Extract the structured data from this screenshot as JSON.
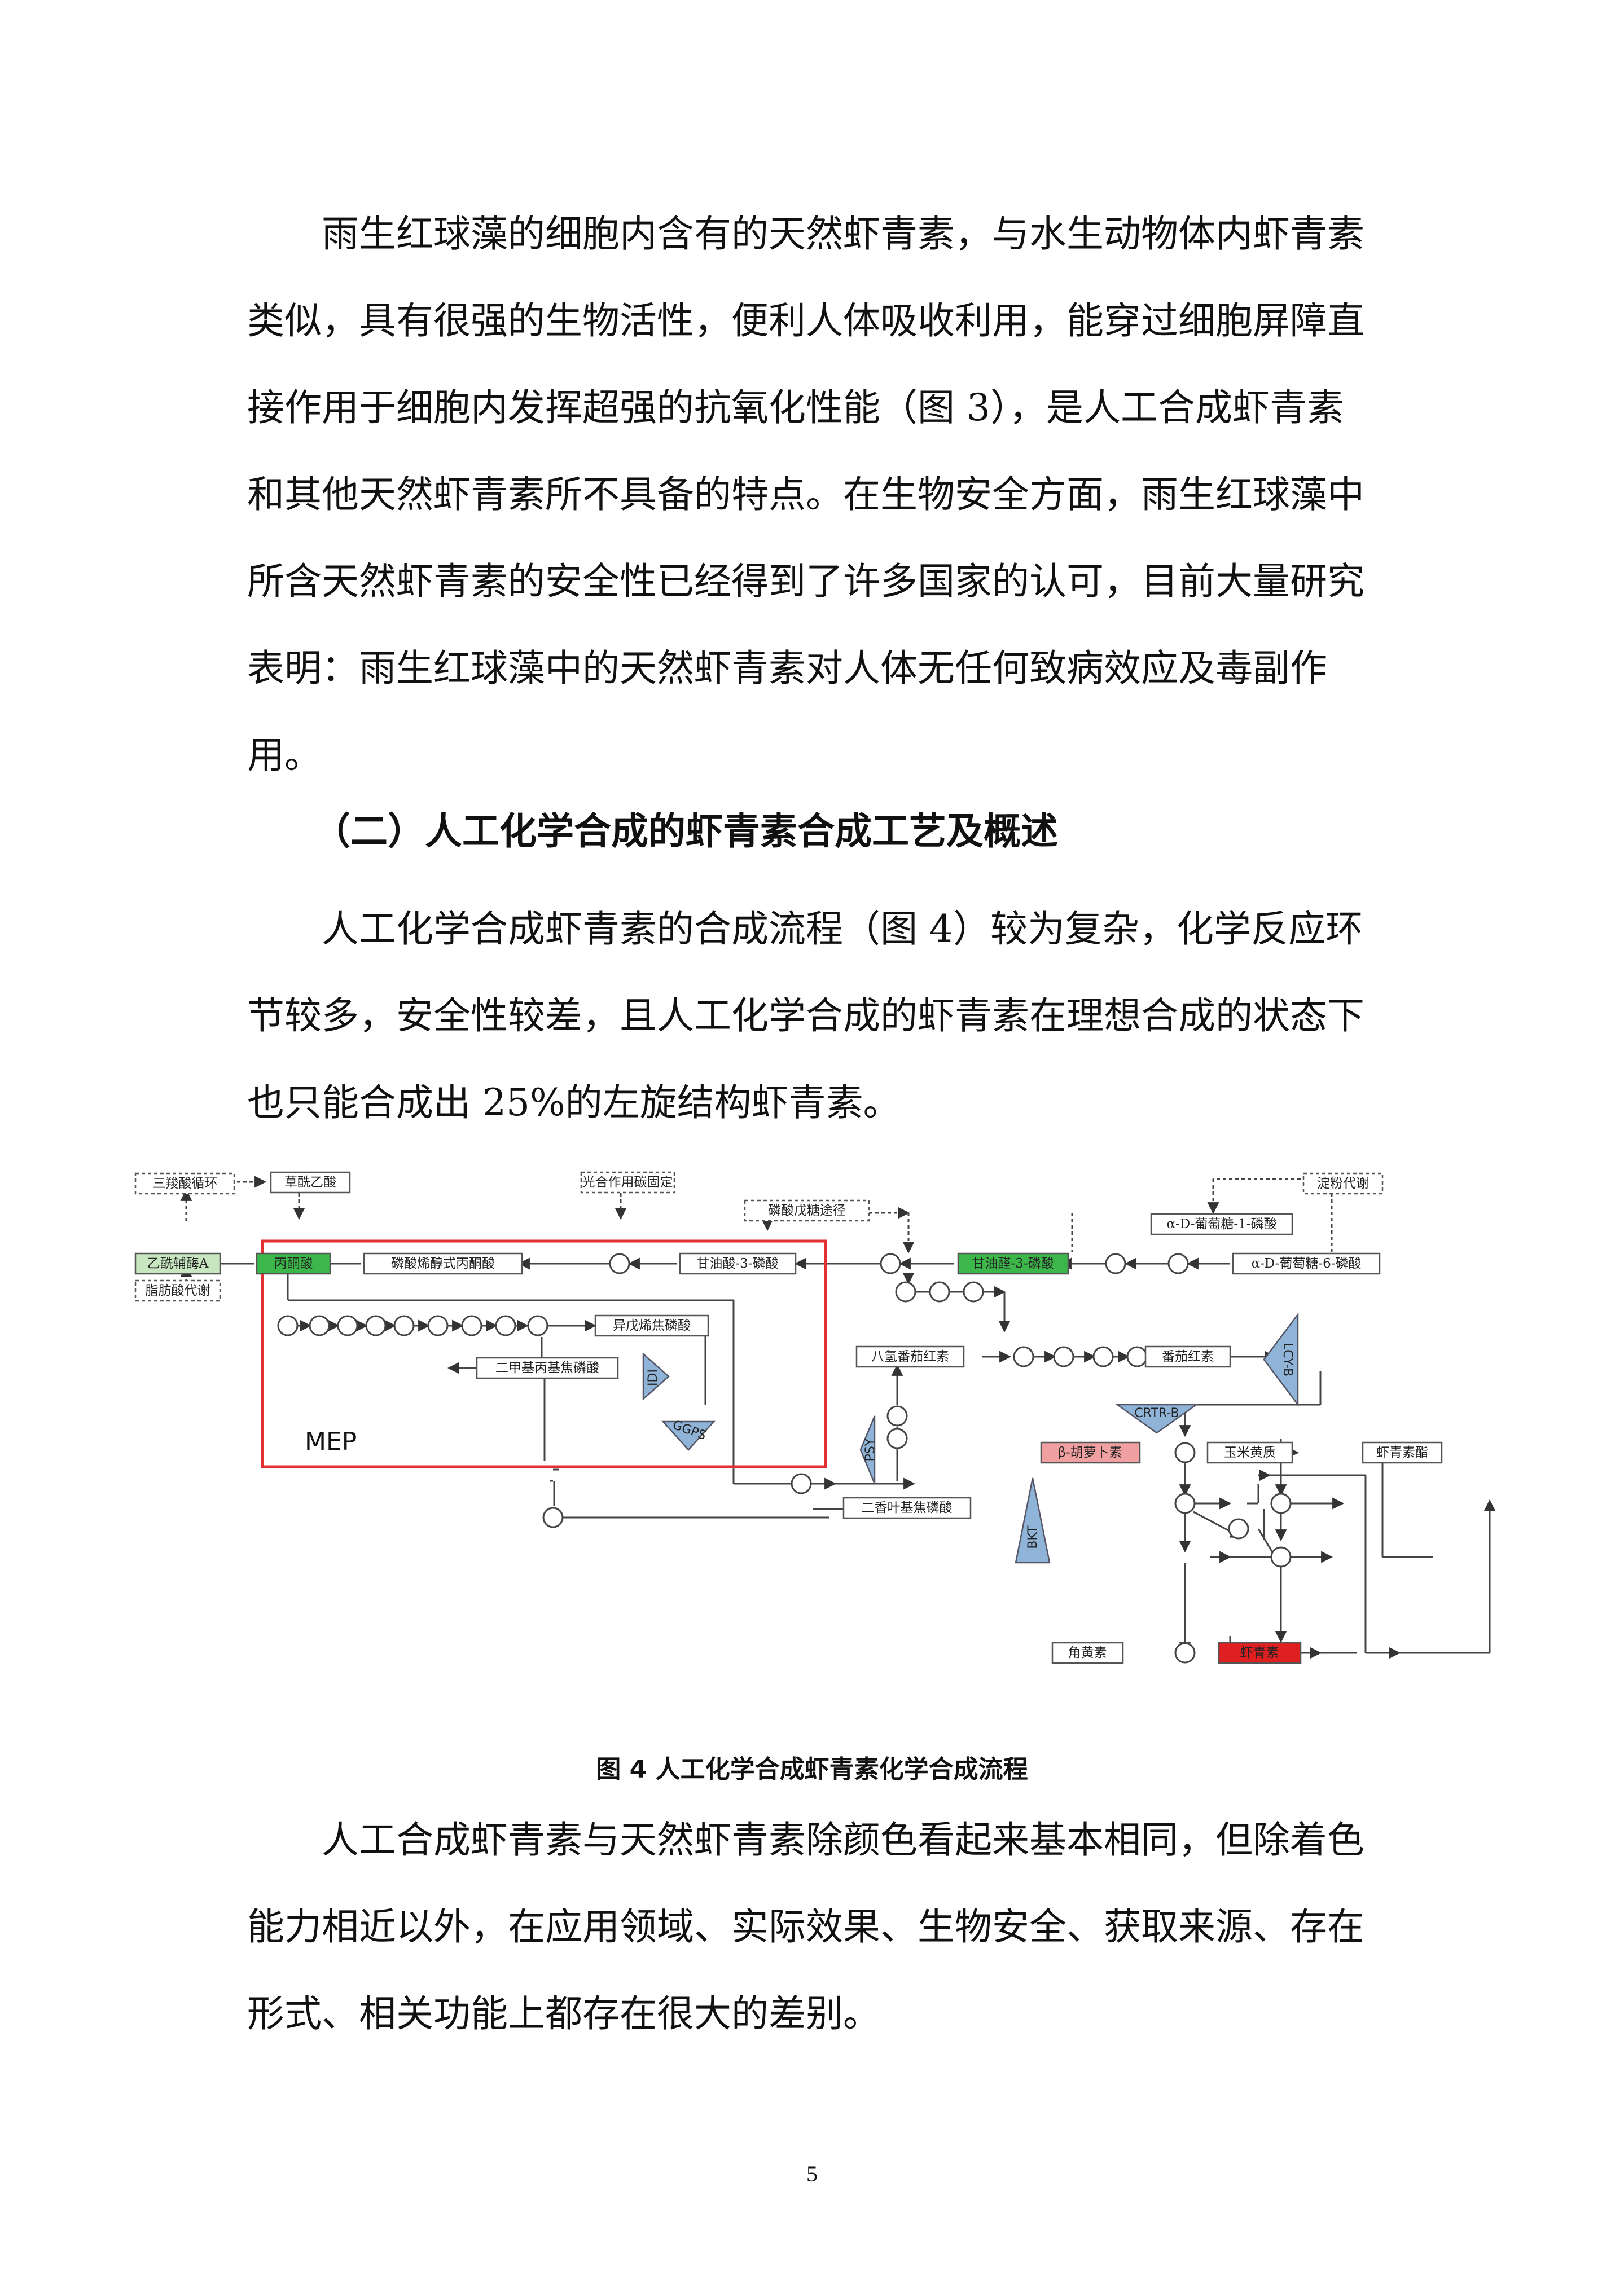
{
  "paragraph1": {
    "lines": [
      "雨生红球藻的细胞内含有的天然虾青素，与水生动物体内虾青素",
      "类似，具有很强的生物活性，便利人体吸收利用，能穿过细胞屏障直",
      "接作用于细胞内发挥超强的抗氧化性能（图 3），是人工合成虾青素",
      "和其他天然虾青素所不具备的特点。在生物安全方面，雨生红球藻中",
      "所含天然虾青素的安全性已经得到了许多国家的认可，目前大量研究",
      "表明：雨生红球藻中的天然虾青素对人体无任何致病效应及毒副作",
      "用。"
    ]
  },
  "heading": "（二）人工化学合成的虾青素合成工艺及概述",
  "paragraph2": {
    "lines": [
      "人工化学合成虾青素的合成流程（图 4）较为复杂，化学反应环",
      "节较多，安全性较差，且人工化学合成的虾青素在理想合成的状态下",
      "也只能合成出 25%的左旋结构虾青素。"
    ]
  },
  "figure": {
    "nodes": {
      "tca": "三羧酸循环",
      "oxaloacetate": "草酰乙酸",
      "photosynthesis": "光合作用碳固定",
      "ppp": "磷酸戊糖途径",
      "starch": "淀粉代谢",
      "g1p": "α-D-葡萄糖-1-磷酸",
      "acetylcoa": "乙酰辅酶A",
      "pyruvate": "丙酮酸",
      "pep": "磷酸烯醇式丙酮酸",
      "g3p": "甘油酸-3-磷酸",
      "ga3p": "甘油醛-3-磷酸",
      "g6p": "α-D-葡萄糖-6-磷酸",
      "fatty": "脂肪酸代谢",
      "ipp": "异戊烯焦磷酸",
      "dmapp": "二甲基丙基焦磷酸",
      "phytoene": "八氢番茄红素",
      "lycopene": "番茄红素",
      "ggpp": "二香叶基焦磷酸",
      "betacarotene": "β-胡萝卜素",
      "zeaxanthin": "玉米黄质",
      "ester": "虾青素酯",
      "canthaxanthin": "角黄素",
      "astaxanthin": "虾青素"
    },
    "enzymes": {
      "idi": "IDI",
      "ggps": "GGPS",
      "psy": "PSY",
      "lcyb": "LCY-B",
      "crtrb": "CRTR-B",
      "bkt": "BKT"
    },
    "mep_label": "MEP"
  },
  "caption": "图 4  人工化学合成虾青素化学合成流程",
  "paragraph3": {
    "lines": [
      "人工合成虾青素与天然虾青素除颜色看起来基本相同，但除着色",
      "能力相近以外，在应用领域、实际效果、生物安全、获取来源、存在",
      "形式、相关功能上都存在很大的差别。"
    ]
  },
  "page_number": "5",
  "colors": {
    "light_green": "#c8e6c0",
    "green": "#3cb84a",
    "pink": "#f0a0a0",
    "red": "#e02020",
    "enzyme_blue": "#8fb4d8",
    "highlight_box": "#e03030"
  }
}
